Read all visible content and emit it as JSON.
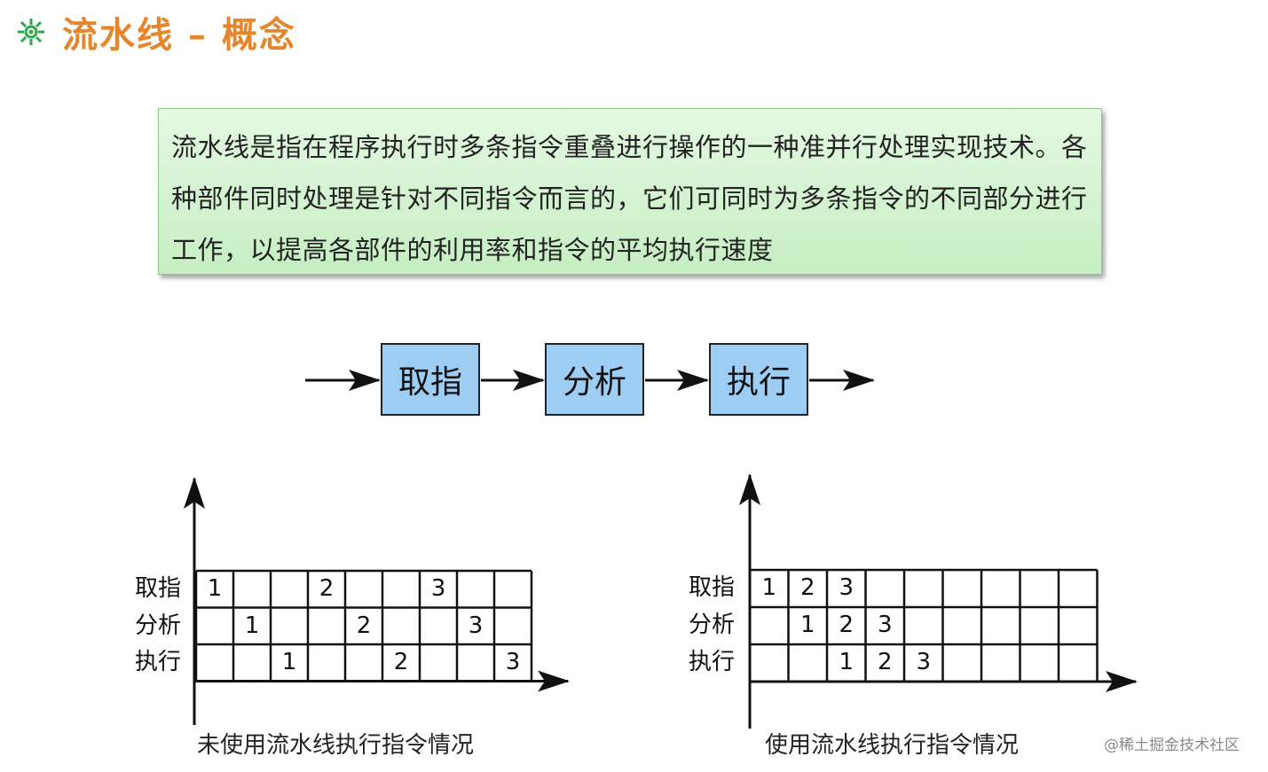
{
  "title": "流水线 – 概念",
  "definition": "流水线是指在程序执行时多条指令重叠进行操作的一种准并行处理实现技术。各种部件同时处理是针对不同指令而言的，它们可同时为多条指令的不同部分进行工作，以提高各部件的利用率和指令的平均执行速度",
  "pipeline": {
    "stages": [
      "取指",
      "分析",
      "执行"
    ]
  },
  "charts": [
    {
      "caption": "未使用流水线执行指令情况",
      "rows": [
        "取指",
        "分析",
        "执行"
      ],
      "columns": 9,
      "cells": [
        {
          "row": 0,
          "col": 0,
          "text": "1"
        },
        {
          "row": 0,
          "col": 3,
          "text": "2"
        },
        {
          "row": 0,
          "col": 6,
          "text": "3"
        },
        {
          "row": 1,
          "col": 1,
          "text": "1"
        },
        {
          "row": 1,
          "col": 4,
          "text": "2"
        },
        {
          "row": 1,
          "col": 7,
          "text": "3"
        },
        {
          "row": 2,
          "col": 2,
          "text": "1"
        },
        {
          "row": 2,
          "col": 5,
          "text": "2"
        },
        {
          "row": 2,
          "col": 8,
          "text": "3"
        }
      ]
    },
    {
      "caption": "使用流水线执行指令情况",
      "rows": [
        "取指",
        "分析",
        "执行"
      ],
      "columns": 9,
      "cells": [
        {
          "row": 0,
          "col": 0,
          "text": "1"
        },
        {
          "row": 0,
          "col": 1,
          "text": "2"
        },
        {
          "row": 0,
          "col": 2,
          "text": "3"
        },
        {
          "row": 1,
          "col": 1,
          "text": "1"
        },
        {
          "row": 1,
          "col": 2,
          "text": "2"
        },
        {
          "row": 1,
          "col": 3,
          "text": "3"
        },
        {
          "row": 2,
          "col": 2,
          "text": "1"
        },
        {
          "row": 2,
          "col": 3,
          "text": "2"
        },
        {
          "row": 2,
          "col": 4,
          "text": "3"
        }
      ]
    }
  ],
  "watermark": "@稀土掘金技术社区",
  "colors": {
    "title": "#e6862c",
    "definition_bg": "#d4f4d0",
    "stage_fill": "#9dcdf3",
    "icon": "#2aa84a"
  },
  "icons": {
    "title_bullet": "flower-bullet-icon"
  }
}
